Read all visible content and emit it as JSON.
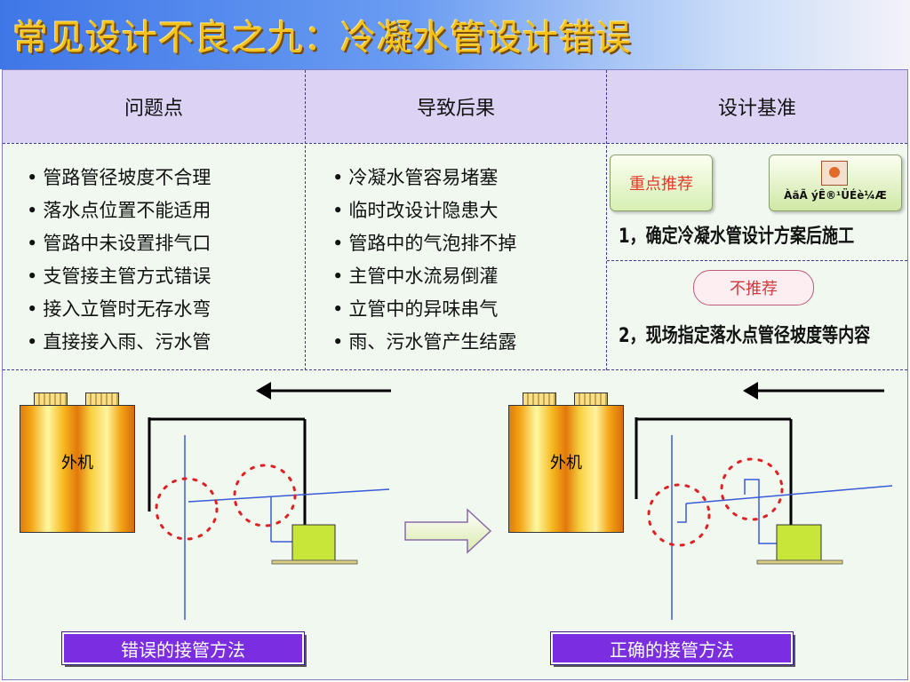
{
  "title": "常见设计不良之九：冷凝水管设计错误",
  "table": {
    "headers": [
      "问题点",
      "导致后果",
      "设计基准"
    ],
    "problems": [
      "管路管径坡度不合理",
      "落水点位置不能适用",
      "管路中未设置排气口",
      "支管接主管方式错误",
      "接入立管时无存水弯",
      "直接接入雨、污水管"
    ],
    "consequences": [
      "冷凝水管容易堵塞",
      "临时改设计隐患大",
      "管路中的气泡排不掉",
      "主管中水流易倒灌",
      "立管中的异味串气",
      "雨、污水管产生结露"
    ],
    "recommended_button": "重点推荐",
    "object_label": "ÀãÃ ýÊ®¹ÜÉè¼Æ",
    "standard_1": "1，确定冷凝水管设计方案后施工",
    "not_recommended_pill": "不推荐",
    "standard_2": "2，现场指定落水点管径坡度等内容"
  },
  "diagrams": {
    "left": {
      "unit_label": "外机",
      "caption": "错误的接管方法"
    },
    "right": {
      "unit_label": "外机",
      "caption": "正确的接管方法"
    }
  },
  "colors": {
    "title_gold": "#f3c21c",
    "header_bg": "#dcd3f4",
    "body_bg": "#f0f8f0",
    "caption_bg": "#7b2ee0",
    "dotted_red": "#e02020",
    "indoor_unit": "#c8e63a"
  }
}
